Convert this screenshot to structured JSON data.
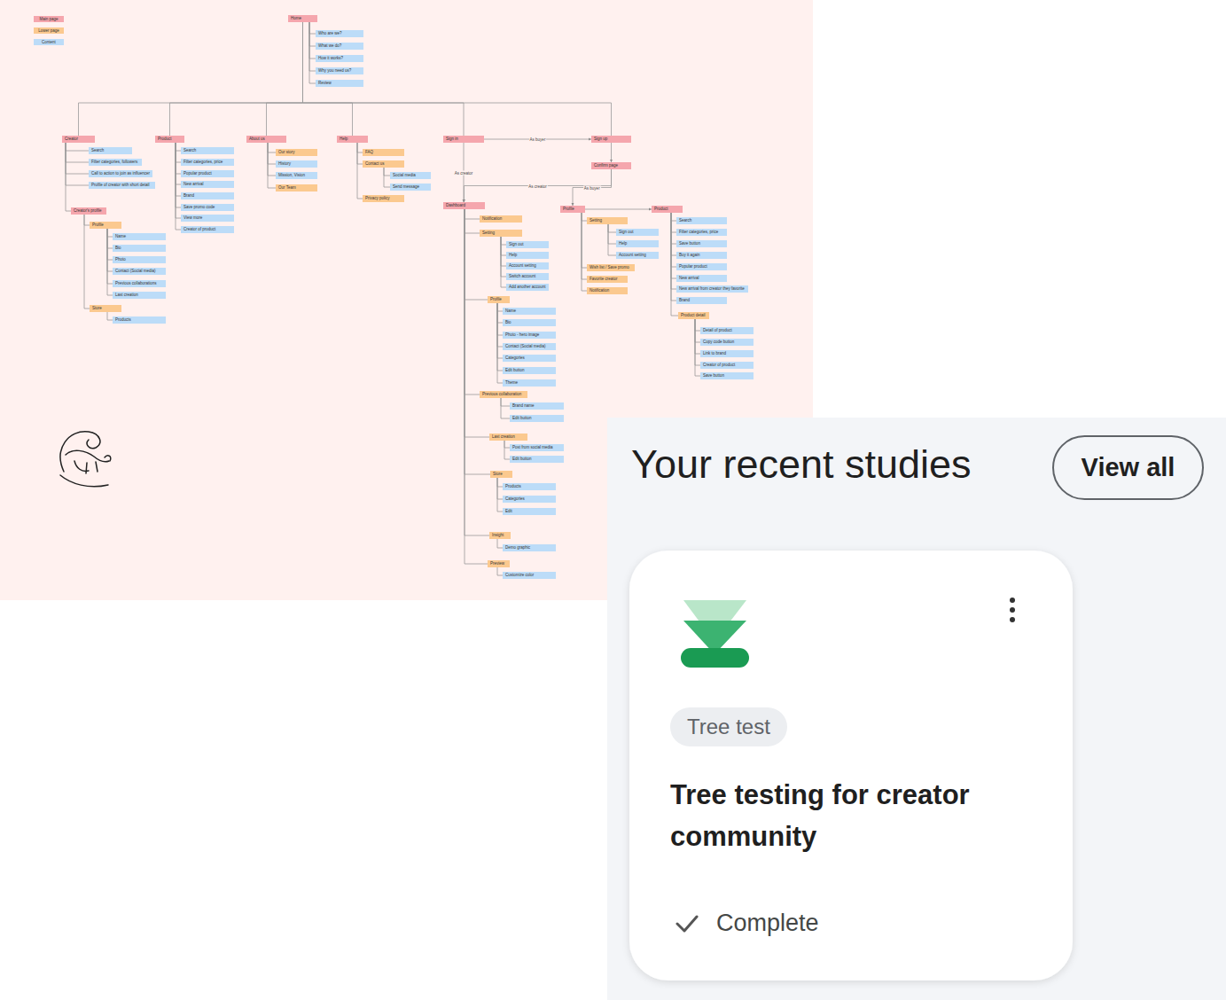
{
  "diagram": {
    "nodes": [
      {
        "text": [
          "Home"
        ]
      },
      {
        "text": [
          "Who are we?"
        ]
      },
      {
        "text": [
          "What we do?"
        ]
      },
      {
        "text": [
          "How it works?"
        ]
      },
      {
        "text": [
          "Why you need us?"
        ]
      },
      {
        "text": [
          "Review"
        ]
      },
      {
        "text": [
          "Creator"
        ]
      },
      {
        "text": [
          "Search"
        ]
      },
      {
        "text": [
          "Filter categories, followers"
        ]
      },
      {
        "text": [
          "Call to action to join as influencer"
        ]
      },
      {
        "text": [
          "Profile of creator with short detail"
        ]
      },
      {
        "text": [
          "Creator's profile"
        ]
      },
      {
        "text": [
          "Profile"
        ]
      },
      {
        "text": [
          "Name"
        ]
      },
      {
        "text": [
          "Bio"
        ]
      },
      {
        "text": [
          "Photo"
        ]
      },
      {
        "text": [
          "Contact (Social media)"
        ]
      },
      {
        "text": [
          "Previous collaborations"
        ]
      },
      {
        "text": [
          "Last creation"
        ]
      },
      {
        "text": [
          "Store"
        ]
      },
      {
        "text": [
          "Products"
        ]
      },
      {
        "text": [
          "Product"
        ]
      },
      {
        "text": [
          "Search"
        ]
      },
      {
        "text": [
          "Filter categories, price"
        ]
      },
      {
        "text": [
          "Popular product"
        ]
      },
      {
        "text": [
          "New arrival"
        ]
      },
      {
        "text": [
          "Brand"
        ]
      },
      {
        "text": [
          "Save promo code"
        ]
      },
      {
        "text": [
          "View more"
        ]
      },
      {
        "text": [
          "Creator of product"
        ]
      },
      {
        "text": [
          "About us"
        ]
      },
      {
        "text": [
          "Our story"
        ]
      },
      {
        "text": [
          "History"
        ]
      },
      {
        "text": [
          "Mission, Vision"
        ]
      },
      {
        "text": [
          "Our Team"
        ]
      },
      {
        "text": [
          "Help"
        ]
      },
      {
        "text": [
          "FAQ"
        ]
      },
      {
        "text": [
          "Contact us"
        ]
      },
      {
        "text": [
          "Social media"
        ]
      },
      {
        "text": [
          "Send message"
        ]
      },
      {
        "text": [
          "Privacy policy"
        ]
      },
      {
        "text": [
          "Sign in"
        ]
      },
      {
        "text": [
          "Sign up"
        ]
      },
      {
        "text": [
          "Confirm page"
        ]
      },
      {
        "text": [
          "Dashboard"
        ]
      },
      {
        "text": [
          "Notification"
        ]
      },
      {
        "text": [
          "Setting"
        ]
      },
      {
        "text": [
          "Sign out"
        ]
      },
      {
        "text": [
          "Help"
        ]
      },
      {
        "text": [
          "Account setting"
        ]
      },
      {
        "text": [
          "Switch account"
        ]
      },
      {
        "text": [
          "Add another account"
        ]
      },
      {
        "text": [
          "Profile"
        ]
      },
      {
        "text": [
          "Name"
        ]
      },
      {
        "text": [
          "Bio"
        ]
      },
      {
        "text": [
          "Photo - hero image"
        ]
      },
      {
        "text": [
          "Contact (Social media)"
        ]
      },
      {
        "text": [
          "Categories"
        ]
      },
      {
        "text": [
          "Edit button"
        ]
      },
      {
        "text": [
          "Theme"
        ]
      },
      {
        "text": [
          "Previous collaboration"
        ]
      },
      {
        "text": [
          "Brand name"
        ]
      },
      {
        "text": [
          "Edit button"
        ]
      },
      {
        "text": [
          "Last creation"
        ]
      },
      {
        "text": [
          "Post from social media"
        ]
      },
      {
        "text": [
          "Edit button"
        ]
      },
      {
        "text": [
          "Store"
        ]
      },
      {
        "text": [
          "Products"
        ]
      },
      {
        "text": [
          "Categories"
        ]
      },
      {
        "text": [
          "Edit"
        ]
      },
      {
        "text": [
          "Insight"
        ]
      },
      {
        "text": [
          "Demo graphic"
        ]
      },
      {
        "text": [
          "Preview"
        ]
      },
      {
        "text": [
          "Customize color"
        ]
      },
      {
        "text": [
          "Profile"
        ]
      },
      {
        "text": [
          "Setting"
        ]
      },
      {
        "text": [
          "Sign out"
        ]
      },
      {
        "text": [
          "Help"
        ]
      },
      {
        "text": [
          "Account setting"
        ]
      },
      {
        "text": [
          "Wish list / Save promo"
        ]
      },
      {
        "text": [
          "Favorite creator"
        ]
      },
      {
        "text": [
          "Notification"
        ]
      },
      {
        "text": [
          "Product"
        ]
      },
      {
        "text": [
          "Search"
        ]
      },
      {
        "text": [
          "Filter categories, price"
        ]
      },
      {
        "text": [
          "Save button"
        ]
      },
      {
        "text": [
          "Buy it again"
        ]
      },
      {
        "text": [
          "Popular product"
        ]
      },
      {
        "text": [
          "New arrival"
        ]
      },
      {
        "text": [
          "New arrival from creator they favorite"
        ]
      },
      {
        "text": [
          "Brand"
        ]
      },
      {
        "text": [
          "Product detail"
        ]
      },
      {
        "text": [
          "Detail of product"
        ]
      },
      {
        "text": [
          "Copy code button"
        ]
      },
      {
        "text": [
          "Link to brand"
        ]
      },
      {
        "text": [
          "Creator of product"
        ]
      },
      {
        "text": [
          "Save button"
        ]
      },
      {
        "text": [
          "View all"
        ]
      },
      {
        "text": [
          "Tree testing for creator community",
          "Complete"
        ]
      },
      {
        "text": [
          "Tree test"
        ],
        "in": 98
      }
    ],
    "edges": [
      {
        "from": 0,
        "to": 1,
        "arrow": "none"
      },
      {
        "from": 0,
        "to": 2,
        "arrow": "none"
      },
      {
        "from": 0,
        "to": 3,
        "arrow": "none"
      },
      {
        "from": 0,
        "to": 4,
        "arrow": "none"
      },
      {
        "from": 0,
        "to": 5,
        "arrow": "none"
      },
      {
        "from": 0,
        "to": 6,
        "arrow": "none"
      },
      {
        "from": 0,
        "to": 21,
        "arrow": "none"
      },
      {
        "from": 0,
        "to": 30,
        "arrow": "none"
      },
      {
        "from": 0,
        "to": 35,
        "arrow": "none"
      },
      {
        "from": 0,
        "to": 41,
        "arrow": "none"
      },
      {
        "from": 0,
        "to": 42,
        "arrow": "none"
      },
      {
        "from": 6,
        "to": 7,
        "arrow": "none"
      },
      {
        "from": 6,
        "to": 8,
        "arrow": "none"
      },
      {
        "from": 6,
        "to": 9,
        "arrow": "none"
      },
      {
        "from": 6,
        "to": 10,
        "arrow": "none"
      },
      {
        "from": 6,
        "to": 11,
        "arrow": "none"
      },
      {
        "from": 11,
        "to": 12,
        "arrow": "none"
      },
      {
        "from": 11,
        "to": 19,
        "arrow": "none"
      },
      {
        "from": 12,
        "to": 13,
        "arrow": "none"
      },
      {
        "from": 12,
        "to": 14,
        "arrow": "none"
      },
      {
        "from": 12,
        "to": 15,
        "arrow": "none"
      },
      {
        "from": 12,
        "to": 16,
        "arrow": "none"
      },
      {
        "from": 12,
        "to": 17,
        "arrow": "none"
      },
      {
        "from": 12,
        "to": 18,
        "arrow": "none"
      },
      {
        "from": 19,
        "to": 20,
        "arrow": "none"
      },
      {
        "from": 21,
        "to": 22,
        "arrow": "none"
      },
      {
        "from": 21,
        "to": 23,
        "arrow": "none"
      },
      {
        "from": 21,
        "to": 24,
        "arrow": "none"
      },
      {
        "from": 21,
        "to": 25,
        "arrow": "none"
      },
      {
        "from": 21,
        "to": 26,
        "arrow": "none"
      },
      {
        "from": 21,
        "to": 27,
        "arrow": "none"
      },
      {
        "from": 21,
        "to": 28,
        "arrow": "none"
      },
      {
        "from": 21,
        "to": 29,
        "arrow": "none"
      },
      {
        "from": 30,
        "to": 31,
        "arrow": "none"
      },
      {
        "from": 30,
        "to": 32,
        "arrow": "none"
      },
      {
        "from": 30,
        "to": 33,
        "arrow": "none"
      },
      {
        "from": 30,
        "to": 34,
        "arrow": "none"
      },
      {
        "from": 35,
        "to": 36,
        "arrow": "none"
      },
      {
        "from": 35,
        "to": 37,
        "arrow": "none"
      },
      {
        "from": 35,
        "to": 40,
        "arrow": "none"
      },
      {
        "from": 37,
        "to": 38,
        "arrow": "none"
      },
      {
        "from": 37,
        "to": 39,
        "arrow": "none"
      },
      {
        "from": 41,
        "to": 42,
        "label": "As buyer",
        "arrow": "to"
      },
      {
        "from": 41,
        "to": 44,
        "label": "As creator",
        "arrow": "to"
      },
      {
        "from": 42,
        "to": 43,
        "arrow": "to"
      },
      {
        "from": 43,
        "to": 44,
        "label": "As creator",
        "arrow": "to"
      },
      {
        "from": 43,
        "to": 74,
        "label": "As buyer",
        "arrow": "to"
      },
      {
        "from": 44,
        "to": 45,
        "arrow": "none"
      },
      {
        "from": 44,
        "to": 46,
        "arrow": "none"
      },
      {
        "from": 44,
        "to": 52,
        "arrow": "none"
      },
      {
        "from": 44,
        "to": 60,
        "arrow": "none"
      },
      {
        "from": 44,
        "to": 63,
        "arrow": "none"
      },
      {
        "from": 44,
        "to": 66,
        "arrow": "none"
      },
      {
        "from": 44,
        "to": 70,
        "arrow": "none"
      },
      {
        "from": 44,
        "to": 72,
        "arrow": "none"
      },
      {
        "from": 46,
        "to": 47,
        "arrow": "none"
      },
      {
        "from": 46,
        "to": 48,
        "arrow": "none"
      },
      {
        "from": 46,
        "to": 49,
        "arrow": "none"
      },
      {
        "from": 46,
        "to": 50,
        "arrow": "none"
      },
      {
        "from": 46,
        "to": 51,
        "arrow": "none"
      },
      {
        "from": 52,
        "to": 53,
        "arrow": "none"
      },
      {
        "from": 52,
        "to": 54,
        "arrow": "none"
      },
      {
        "from": 52,
        "to": 55,
        "arrow": "none"
      },
      {
        "from": 52,
        "to": 56,
        "arrow": "none"
      },
      {
        "from": 52,
        "to": 57,
        "arrow": "none"
      },
      {
        "from": 52,
        "to": 58,
        "arrow": "none"
      },
      {
        "from": 52,
        "to": 59,
        "arrow": "none"
      },
      {
        "from": 60,
        "to": 61,
        "arrow": "none"
      },
      {
        "from": 60,
        "to": 62,
        "arrow": "none"
      },
      {
        "from": 63,
        "to": 64,
        "arrow": "none"
      },
      {
        "from": 63,
        "to": 65,
        "arrow": "none"
      },
      {
        "from": 66,
        "to": 67,
        "arrow": "none"
      },
      {
        "from": 66,
        "to": 68,
        "arrow": "none"
      },
      {
        "from": 66,
        "to": 69,
        "arrow": "none"
      },
      {
        "from": 70,
        "to": 71,
        "arrow": "none"
      },
      {
        "from": 72,
        "to": 73,
        "arrow": "none"
      },
      {
        "from": 74,
        "to": 75,
        "arrow": "none"
      },
      {
        "from": 74,
        "to": 79,
        "arrow": "none"
      },
      {
        "from": 74,
        "to": 80,
        "arrow": "none"
      },
      {
        "from": 74,
        "to": 81,
        "arrow": "none"
      },
      {
        "from": 74,
        "to": 82,
        "arrow": "to"
      },
      {
        "from": 75,
        "to": 76,
        "arrow": "none"
      },
      {
        "from": 75,
        "to": 77,
        "arrow": "none"
      },
      {
        "from": 75,
        "to": 78,
        "arrow": "none"
      },
      {
        "from": 82,
        "to": 83,
        "arrow": "none"
      },
      {
        "from": 82,
        "to": 84,
        "arrow": "none"
      },
      {
        "from": 82,
        "to": 85,
        "arrow": "none"
      },
      {
        "from": 82,
        "to": 86,
        "arrow": "none"
      },
      {
        "from": 82,
        "to": 87,
        "arrow": "none"
      },
      {
        "from": 82,
        "to": 88,
        "arrow": "none"
      },
      {
        "from": 82,
        "to": 89,
        "arrow": "none"
      },
      {
        "from": 82,
        "to": 90,
        "arrow": "none"
      },
      {
        "from": 82,
        "to": 91,
        "arrow": "none"
      },
      {
        "from": 91,
        "to": 92,
        "arrow": "none"
      },
      {
        "from": 91,
        "to": 93,
        "arrow": "none"
      },
      {
        "from": 91,
        "to": 94,
        "arrow": "none"
      },
      {
        "from": 91,
        "to": 95,
        "arrow": "none"
      },
      {
        "from": 91,
        "to": 96,
        "arrow": "none"
      }
    ],
    "labels": [
      "Your recent studies"
    ],
    "legend": [
      {
        "text": "Main page",
        "color": "#f5a6ad"
      },
      {
        "text": "Lower page",
        "color": "#fbc98f"
      },
      {
        "text": "Content",
        "color": "#bcdcf8"
      }
    ]
  }
}
